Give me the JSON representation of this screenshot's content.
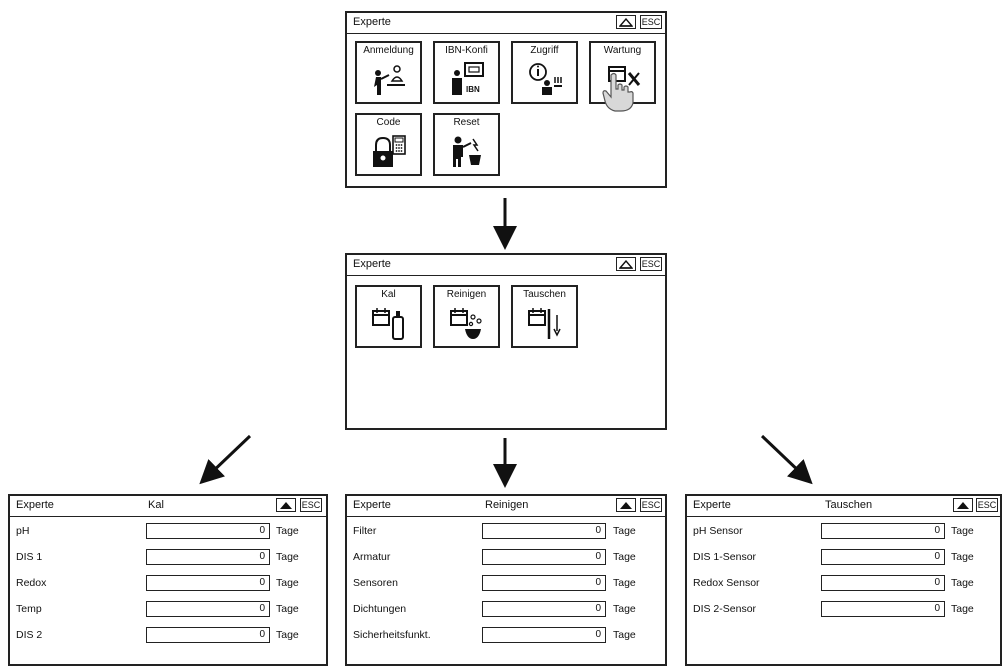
{
  "top_screen": {
    "title": "Experte",
    "esc": "ESC",
    "tiles": [
      {
        "label": "Anmeldung",
        "icon": "person-at-counter-icon"
      },
      {
        "label": "IBN-Konfi",
        "icon": "ibn-config-icon"
      },
      {
        "label": "Zugriff",
        "icon": "access-info-icon"
      },
      {
        "label": "Wartung",
        "icon": "maintenance-tools-icon"
      },
      {
        "label": "Code",
        "icon": "padlock-keypad-icon"
      },
      {
        "label": "Reset",
        "icon": "reset-person-icon"
      }
    ],
    "ibn_icon_text": "IBN"
  },
  "maint_screen": {
    "title": "Experte",
    "esc": "ESC",
    "tiles": [
      {
        "label": "Kal",
        "icon": "calendar-bottle-icon"
      },
      {
        "label": "Reinigen",
        "icon": "calendar-cleaning-icon"
      },
      {
        "label": "Tauschen",
        "icon": "calendar-exchange-icon"
      }
    ]
  },
  "kal_screen": {
    "title": "Experte",
    "subtitle": "Kal",
    "esc": "ESC",
    "unit": "Tage",
    "rows": [
      {
        "label": "pH",
        "value": "0"
      },
      {
        "label": "DIS 1",
        "value": "0"
      },
      {
        "label": "Redox",
        "value": "0"
      },
      {
        "label": "Temp",
        "value": "0"
      },
      {
        "label": "DIS 2",
        "value": "0"
      }
    ]
  },
  "reinigen_screen": {
    "title": "Experte",
    "subtitle": "Reinigen",
    "esc": "ESC",
    "unit": "Tage",
    "rows": [
      {
        "label": "Filter",
        "value": "0"
      },
      {
        "label": "Armatur",
        "value": "0"
      },
      {
        "label": "Sensoren",
        "value": "0"
      },
      {
        "label": "Dichtungen",
        "value": "0"
      },
      {
        "label": "Sicherheitsfunkt.",
        "value": "0"
      }
    ]
  },
  "tauschen_screen": {
    "title": "Experte",
    "subtitle": "Tauschen",
    "esc": "ESC",
    "unit": "Tage",
    "rows": [
      {
        "label": "pH Sensor",
        "value": "0"
      },
      {
        "label": "DIS 1-Sensor",
        "value": "0"
      },
      {
        "label": "Redox Sensor",
        "value": "0"
      },
      {
        "label": "DIS 2-Sensor",
        "value": "0"
      }
    ]
  }
}
